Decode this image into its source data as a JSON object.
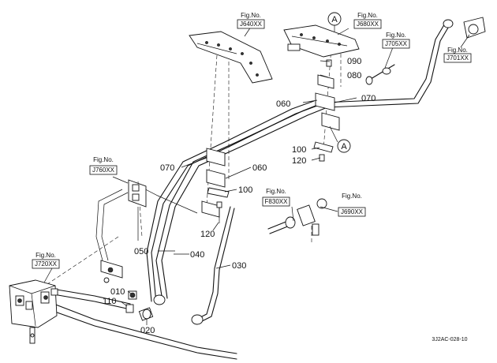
{
  "figure_refs": {
    "j640": {
      "line1": "Fig.No.",
      "line2": "J640XX"
    },
    "j680": {
      "line1": "Fig.No.",
      "line2": "J680XX"
    },
    "j705": {
      "line1": "Fig.No.",
      "line2": "J705XX"
    },
    "j701": {
      "line1": "Fig.No.",
      "line2": "J701XX"
    },
    "j760": {
      "line1": "Fig.No.",
      "line2": "J760XX"
    },
    "f830": {
      "line1": "Fig.No.",
      "line2": "F830XX"
    },
    "j690": {
      "line1": "Fig.No.",
      "line2": "J690XX"
    },
    "j720": {
      "line1": "Fig.No.",
      "line2": "J720XX"
    }
  },
  "callouts": {
    "c090": "090",
    "c080": "080",
    "c060_top": "060",
    "c070_top": "070",
    "c100_right": "100",
    "c120_right": "120",
    "c070_left": "070",
    "c060_mid": "060",
    "c100_mid": "100",
    "c120_mid": "120",
    "c050": "050",
    "c040": "040",
    "c030": "030",
    "c010": "010",
    "c110": "110",
    "c020": "020"
  },
  "circle_refs": {
    "a_top": "A",
    "a_bottom": "A"
  },
  "drawing_code": "3J2AC-028-10"
}
